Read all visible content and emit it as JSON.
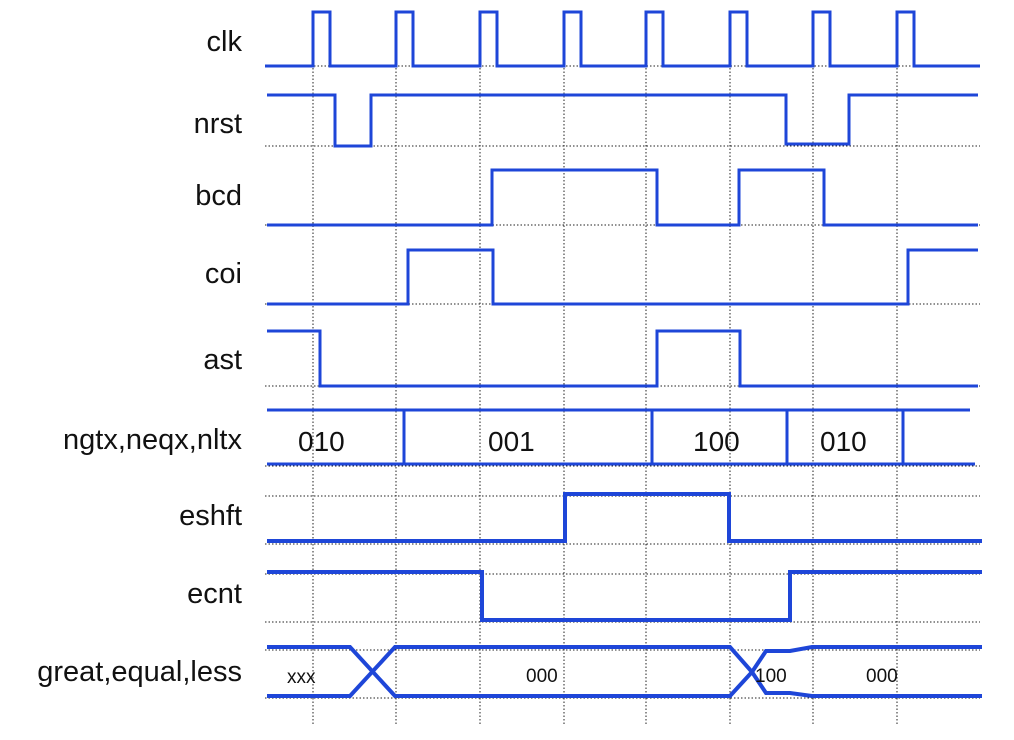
{
  "signals": {
    "clk": "clk",
    "nrst": "nrst",
    "bcd": "bcd",
    "coi": "coi",
    "ast": "ast",
    "ngtx": "ngtx,neqx,nltx",
    "eshft": "eshft",
    "ecnt": "ecnt",
    "gel": "great,equal,less"
  },
  "bus_values": {
    "ngtx": [
      "010",
      "001",
      "100",
      "010"
    ],
    "gel": [
      "xxx",
      "000",
      "100",
      "000"
    ]
  },
  "colors": {
    "wave": "#1e46d8",
    "grid": "#222222",
    "text": "#111111"
  }
}
